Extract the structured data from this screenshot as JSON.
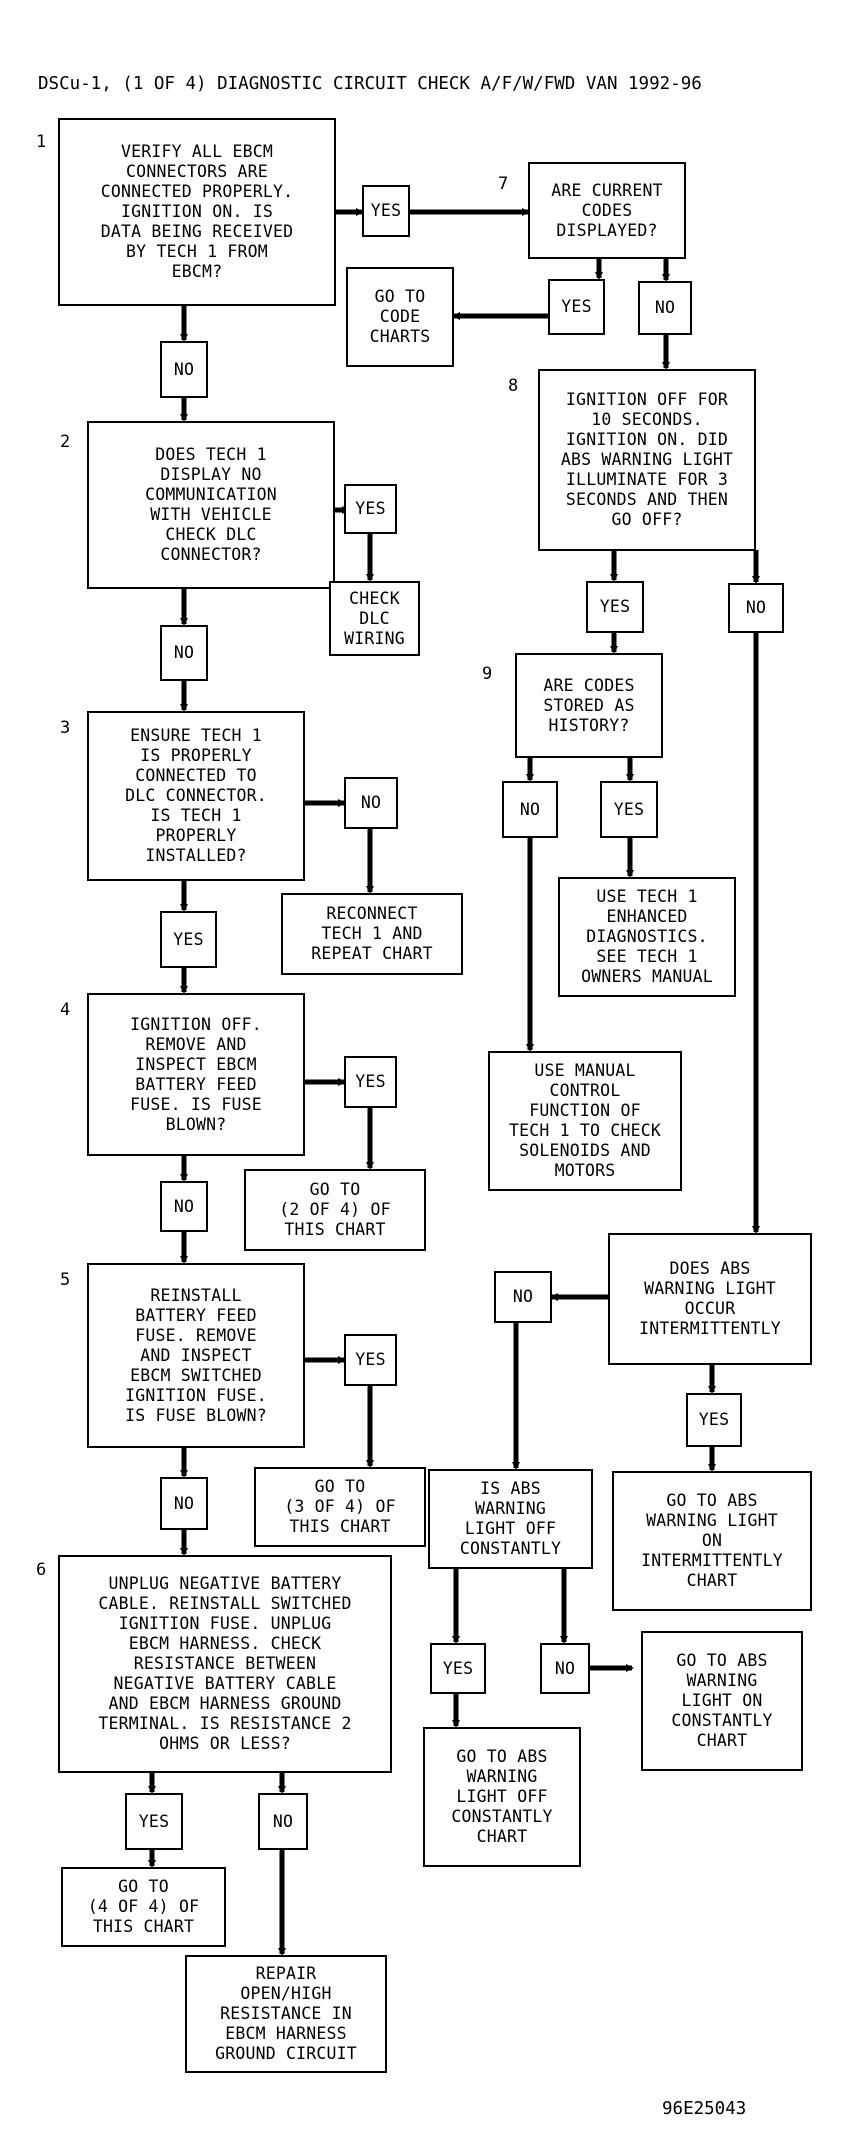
{
  "title": "DSCu-1, (1 OF 4) DIAGNOSTIC CIRCUIT CHECK A/F/W/FWD VAN 1992-96",
  "figure_id": "96E25043",
  "steps": {
    "s1": {
      "number": "1",
      "text": "VERIFY ALL EBCM\nCONNECTORS ARE\nCONNECTED PROPERLY.\nIGNITION ON. IS\nDATA BEING RECEIVED\nBY TECH 1 FROM\nEBCM?"
    },
    "s2": {
      "number": "2",
      "text": "DOES TECH 1\nDISPLAY NO\nCOMMUNICATION\nWITH VEHICLE\nCHECK DLC\nCONNECTOR?"
    },
    "s3": {
      "number": "3",
      "text": "ENSURE TECH 1\nIS PROPERLY\nCONNECTED TO\nDLC CONNECTOR.\nIS TECH 1\nPROPERLY\nINSTALLED?"
    },
    "s4": {
      "number": "4",
      "text": "IGNITION OFF.\nREMOVE AND\nINSPECT EBCM\nBATTERY FEED\nFUSE. IS FUSE\nBLOWN?"
    },
    "s5": {
      "number": "5",
      "text": "REINSTALL\nBATTERY FEED\nFUSE. REMOVE\nAND INSPECT\nEBCM SWITCHED\nIGNITION FUSE.\nIS FUSE BLOWN?"
    },
    "s6": {
      "number": "6",
      "text": "UNPLUG NEGATIVE BATTERY\nCABLE. REINSTALL SWITCHED\nIGNITION FUSE. UNPLUG\nEBCM HARNESS. CHECK\nRESISTANCE BETWEEN\nNEGATIVE BATTERY CABLE\nAND EBCM HARNESS GROUND\nTERMINAL. IS RESISTANCE 2\nOHMS OR LESS?"
    },
    "s7": {
      "number": "7",
      "text": "ARE CURRENT\nCODES\nDISPLAYED?"
    },
    "s8": {
      "number": "8",
      "text": "IGNITION OFF FOR\n10 SECONDS.\nIGNITION ON. DID\nABS WARNING LIGHT\nILLUMINATE FOR 3\nSECONDS AND THEN\nGO OFF?"
    },
    "s9": {
      "number": "9",
      "text": "ARE CODES\nSTORED AS\nHISTORY?"
    },
    "s10": {
      "text": "DOES ABS\nWARNING LIGHT\nOCCUR\nINTERMITTENTLY"
    },
    "s11": {
      "text": "IS ABS\nWARNING\nLIGHT OFF\nCONSTANTLY"
    }
  },
  "actions": {
    "goto_code": "GO TO\nCODE\nCHARTS",
    "check_dlc": "CHECK\nDLC\nWIRING",
    "reconnect": "RECONNECT\nTECH 1 AND\nREPEAT CHART",
    "goto2": "GO TO\n(2 OF 4) OF\nTHIS CHART",
    "goto3": "GO TO\n(3 OF 4) OF\nTHIS CHART",
    "goto4": "GO TO\n(4 OF 4) OF\nTHIS CHART",
    "repair": "REPAIR\nOPEN/HIGH\nRESISTANCE IN\nEBCM HARNESS\nGROUND CIRCUIT",
    "enhanced": "USE TECH 1\nENHANCED\nDIAGNOSTICS.\nSEE TECH 1\nOWNERS MANUAL",
    "manual_control": "USE MANUAL\nCONTROL\nFUNCTION OF\nTECH 1 TO CHECK\nSOLENOIDS AND\nMOTORS",
    "intermittent": "GO TO ABS\nWARNING LIGHT\nON\nINTERMITTENTLY\nCHART",
    "light_on": "GO TO ABS\nWARNING\nLIGHT ON\nCONSTANTLY\nCHART",
    "light_off": "GO TO ABS\nWARNING\nLIGHT OFF\nCONSTANTLY\nCHART"
  },
  "answers": {
    "yes": "YES",
    "no": "NO"
  }
}
